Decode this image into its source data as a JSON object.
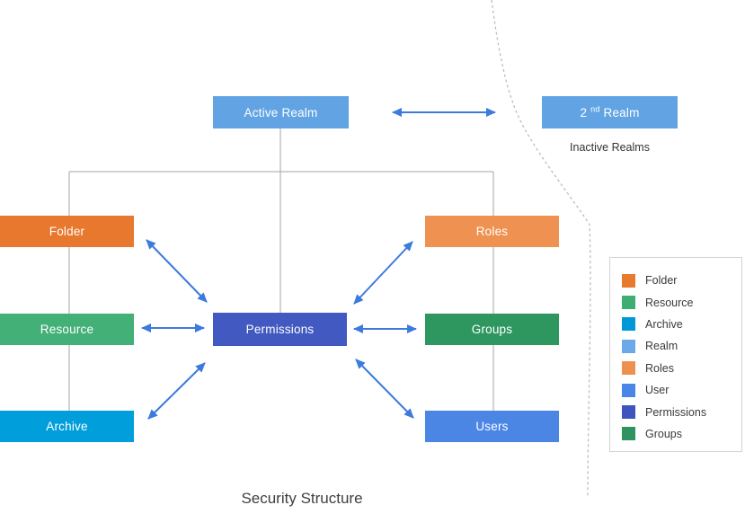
{
  "title": "Security Structure",
  "colors": {
    "arrow": "#3c7bdd",
    "connector": "#a6a6a6",
    "boundary": "#bdbdbd",
    "node_text": "#ffffff"
  },
  "nodes": {
    "active_realm": {
      "label": "Active Realm",
      "color": "#62a4e3"
    },
    "second_realm": {
      "num": "2 ",
      "sup": "nd",
      "rest": " Realm",
      "color": "#62a4e3"
    },
    "folder": {
      "label": "Folder",
      "color": "#e8782e"
    },
    "resource": {
      "label": "Resource",
      "color": "#42b077"
    },
    "archive": {
      "label": "Archive",
      "color": "#009fdb"
    },
    "permissions": {
      "label": "Permissions",
      "color": "#4159c0"
    },
    "roles": {
      "label": "Roles",
      "color": "#ef9150"
    },
    "groups": {
      "label": "Groups",
      "color": "#2e9760"
    },
    "users": {
      "label": "Users",
      "color": "#4b86e5"
    }
  },
  "annotations": {
    "inactive_realms": "Inactive Realms"
  },
  "legend": {
    "items": [
      {
        "label": "Folder",
        "color": "#e87a2e"
      },
      {
        "label": "Resource",
        "color": "#3fae73"
      },
      {
        "label": "Archive",
        "color": "#0099d8"
      },
      {
        "label": "Realm",
        "color": "#6ca9e8"
      },
      {
        "label": "Roles",
        "color": "#ee9150"
      },
      {
        "label": "User",
        "color": "#4a86e8"
      },
      {
        "label": "Permissions",
        "color": "#3d55bc"
      },
      {
        "label": "Groups",
        "color": "#2e9361"
      }
    ]
  }
}
